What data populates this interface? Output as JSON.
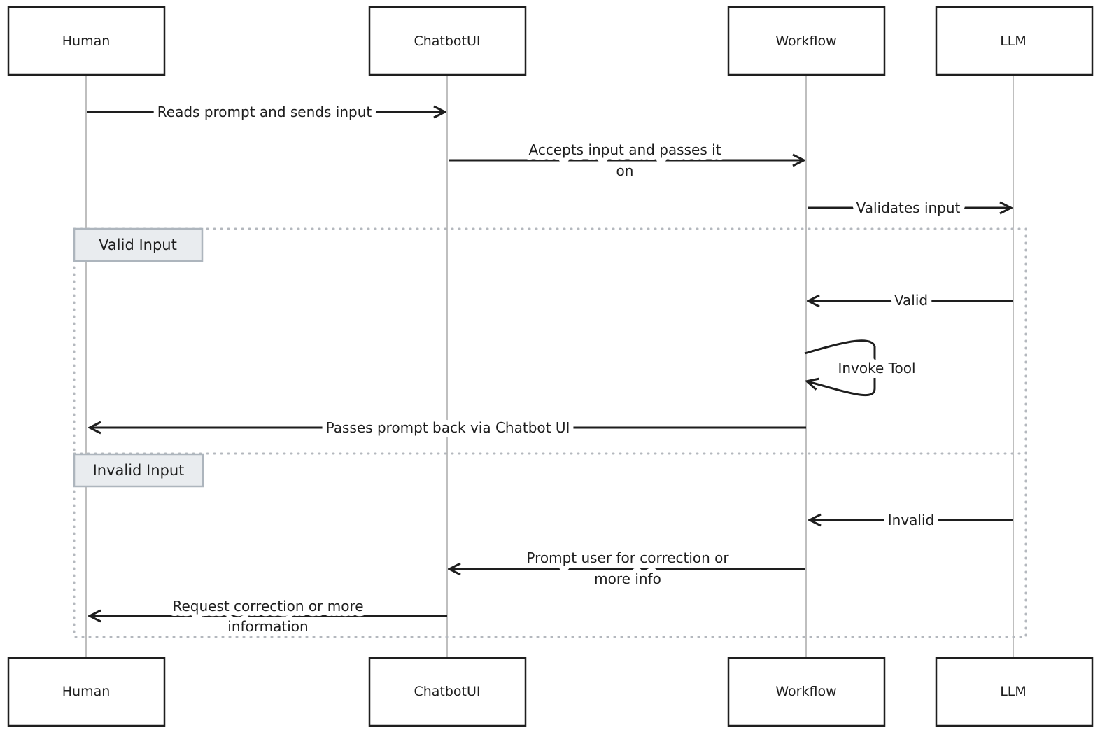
{
  "participants": [
    "Human",
    "ChatbotUI",
    "Workflow",
    "LLM"
  ],
  "messages": [
    {
      "from": "Human",
      "to": "ChatbotUI",
      "label": [
        "Reads prompt and sends input"
      ]
    },
    {
      "from": "ChatbotUI",
      "to": "Workflow",
      "label": [
        "Accepts input and passes it",
        "on"
      ]
    },
    {
      "from": "Workflow",
      "to": "LLM",
      "label": [
        "Validates input"
      ]
    },
    {
      "from": "LLM",
      "to": "Workflow",
      "label": [
        "Valid"
      ]
    },
    {
      "from": "Workflow",
      "to": "Workflow",
      "label": [
        "Invoke Tool"
      ]
    },
    {
      "from": "Workflow",
      "to": "Human",
      "label": [
        "Passes prompt back via Chatbot UI"
      ]
    },
    {
      "from": "LLM",
      "to": "Workflow",
      "label": [
        "Invalid"
      ]
    },
    {
      "from": "Workflow",
      "to": "ChatbotUI",
      "label": [
        "Prompt user for correction or",
        "more info"
      ]
    },
    {
      "from": "ChatbotUI",
      "to": "Human",
      "label": [
        "Request correction or more",
        "information"
      ]
    }
  ],
  "alt": {
    "sections": [
      "Valid Input",
      "Invalid Input"
    ]
  },
  "colors": {
    "stroke": "#1e1e1e",
    "lifeline": "#aaaaaa",
    "alt_border": "#b4b8be",
    "alt_label_fill": "#e9ecef"
  }
}
